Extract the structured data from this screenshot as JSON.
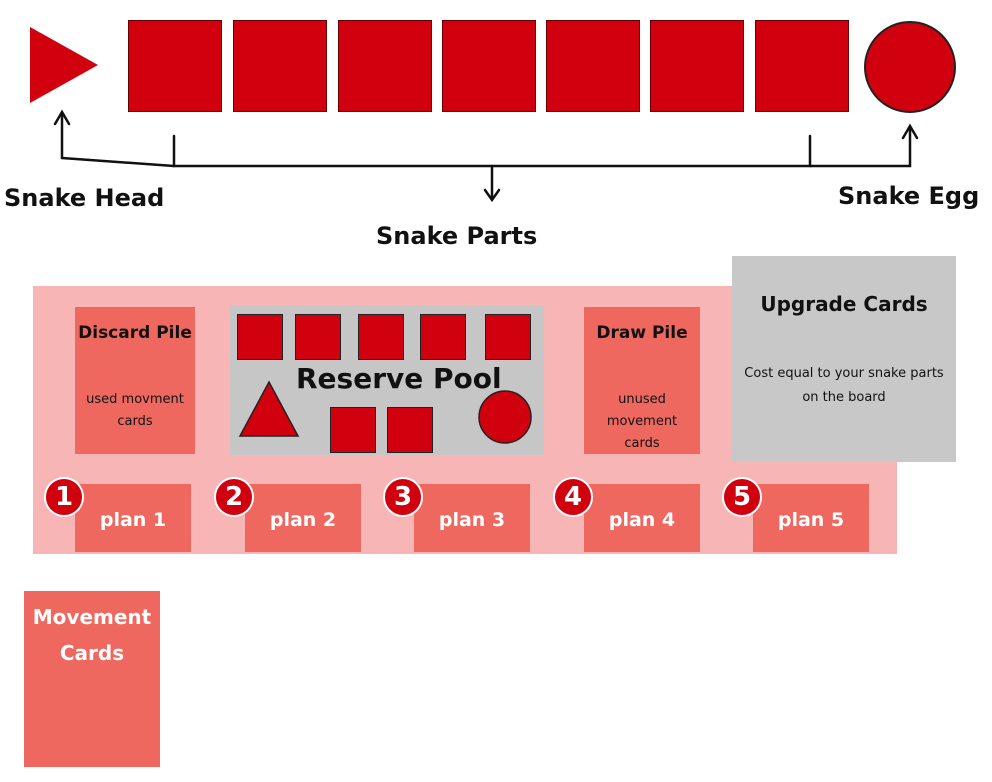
{
  "snake": {
    "head_label": "Snake Head",
    "parts_label": "Snake Parts",
    "egg_label": "Snake Egg",
    "colors": {
      "part": "#d0000e",
      "outline": "#222222"
    }
  },
  "board": {
    "discard": {
      "title": "Discard Pile",
      "desc": "used movment cards"
    },
    "reserve": {
      "title": "Reserve Pool"
    },
    "draw": {
      "title": "Draw Pile",
      "desc": "unused movement cards"
    },
    "upgrade": {
      "title": "Upgrade Cards",
      "desc": "Cost equal to your snake parts on the board"
    },
    "plans": [
      {
        "num": "1",
        "label": "plan 1"
      },
      {
        "num": "2",
        "label": "plan 2"
      },
      {
        "num": "3",
        "label": "plan 3"
      },
      {
        "num": "4",
        "label": "plan 4"
      },
      {
        "num": "5",
        "label": "plan 5"
      }
    ],
    "colors": {
      "board_bg": "#f7b5b5",
      "card": "#ee6860",
      "pool": "#c6c6c6",
      "upgrade": "#c8c8c8"
    }
  },
  "movement": {
    "line1": "Movement",
    "line2": "Cards"
  }
}
